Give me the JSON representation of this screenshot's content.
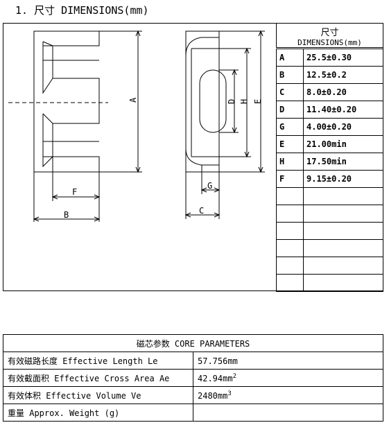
{
  "heading": "1. 尺寸 DIMENSIONS(mm)",
  "dimensions_header": {
    "title": "尺寸",
    "subtitle": "DIMENSIONS(mm)"
  },
  "dimension_rows": [
    {
      "key": "A",
      "value": "25.5±0.30"
    },
    {
      "key": "B",
      "value": "12.5±0.2"
    },
    {
      "key": "C",
      "value": "8.0±0.20"
    },
    {
      "key": "D",
      "value": "11.40±0.20"
    },
    {
      "key": "G",
      "value": "4.00±0.20"
    },
    {
      "key": "E",
      "value": "21.00min"
    },
    {
      "key": "H",
      "value": "17.50min"
    },
    {
      "key": "F",
      "value": "9.15±0.20"
    }
  ],
  "drawing_labels": {
    "A": "A",
    "B": "B",
    "C": "C",
    "D": "D",
    "E": "E",
    "F": "F",
    "G": "G",
    "H": "H"
  },
  "parameters": {
    "title": "磁芯参数   CORE PARAMETERS",
    "rows": [
      {
        "label": "有效磁路长度 Effective Length  Le",
        "value": "57.756mm",
        "sup": ""
      },
      {
        "label": "有效截面积 Effective Cross Area Ae",
        "value": "42.94mm",
        "sup": "2"
      },
      {
        "label": "有效体积 Effective Volume Ve",
        "value": "2480mm",
        "sup": "3"
      },
      {
        "label": "重量 Approx. Weight (g)",
        "value": "",
        "sup": ""
      }
    ]
  }
}
